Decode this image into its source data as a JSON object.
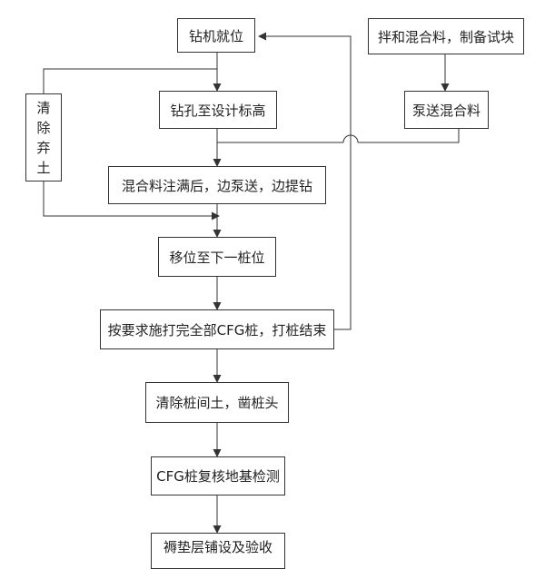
{
  "diagram": {
    "steps": {
      "drill_position": "钻机就位",
      "mix_prepare": "拌和混合料，制备试块",
      "drill_to_depth": "钻孔至设计标高",
      "pump_mix": "泵送混合料",
      "fill_pump_lift": "混合料注满后，边泵送，边提钻",
      "move_next": "移位至下一桩位",
      "complete_all": "按要求施打完全部CFG桩，打桩结束",
      "clear_soil": "清除桩间土，凿桩头",
      "inspection": "CFG桩复核地基检测",
      "last_partial": "褥垫层铺设及验收"
    },
    "side_chars": [
      "清",
      "除",
      "弃",
      "土"
    ]
  }
}
